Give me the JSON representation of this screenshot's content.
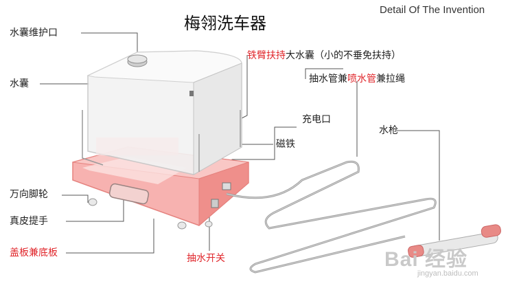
{
  "title": "梅翎洗车器",
  "subtitle": "Detail Of The Invention",
  "labels": {
    "bladder_guard": "水囊维护口",
    "bladder": "水囊",
    "caster": "万向脚轮",
    "handle": "真皮提手",
    "cover_base": "盖板兼底板",
    "iron_arm_red": "铁臂扶持",
    "iron_arm_rest": "大水囊（小的不垂免扶持）",
    "hose_a": "抽水管兼",
    "hose_red": "喷水管",
    "hose_b": "兼拉绳",
    "charge_port": "充电口",
    "magnet": "磁铁",
    "water_gun": "水枪",
    "pump_switch": "抽水开关"
  },
  "watermark": {
    "brand": "Bai 经验",
    "url": "jingyan.baidu.com"
  },
  "colors": {
    "accent_red": "#e0262b",
    "base_pink": "#f08a8a"
  }
}
